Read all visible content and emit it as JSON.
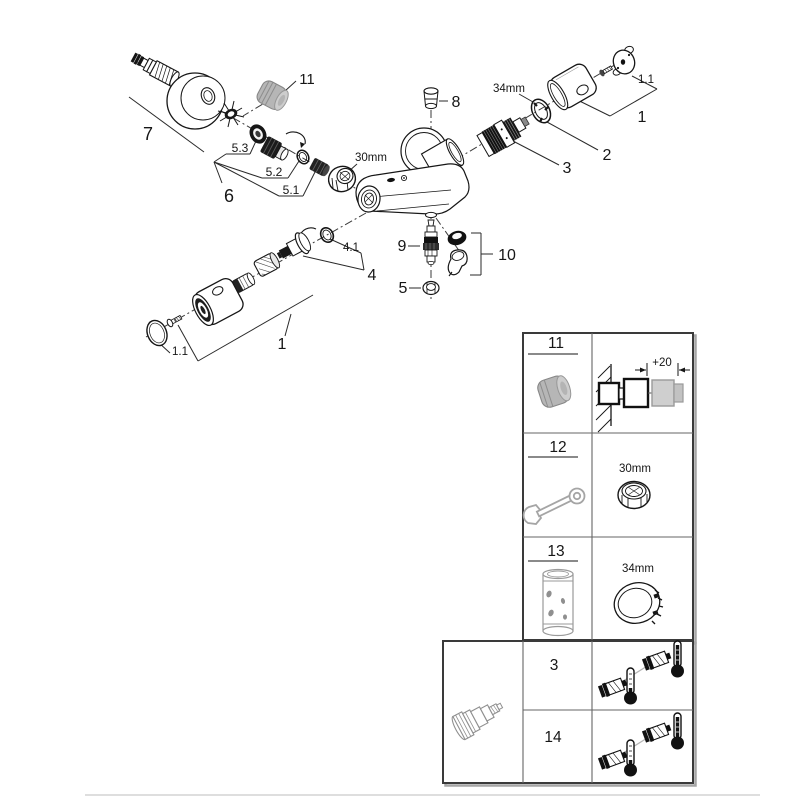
{
  "parts_diagram": {
    "labels": {
      "part7": "7",
      "part11": "11",
      "part53": "5.3",
      "part52": "5.2",
      "part51": "5.1",
      "part6": "6",
      "dim_30mm": "30mm",
      "part8": "8",
      "dim_34mm": "34mm",
      "part11_top": "1.1",
      "part1_top": "1",
      "part2": "2",
      "part3": "3",
      "part9": "9",
      "part10": "10",
      "part5": "5",
      "part41": "4.1",
      "part4": "4",
      "part1_bottom": "1",
      "part11_bottom": "1.1"
    }
  },
  "service_table": {
    "tool_rows": [
      {
        "number": "11",
        "annotation": "+20"
      },
      {
        "number": "12",
        "annotation": "30mm"
      },
      {
        "number": "13",
        "annotation": "34mm"
      }
    ],
    "grease_rows": [
      {
        "number": "3"
      },
      {
        "number": "14"
      }
    ]
  }
}
